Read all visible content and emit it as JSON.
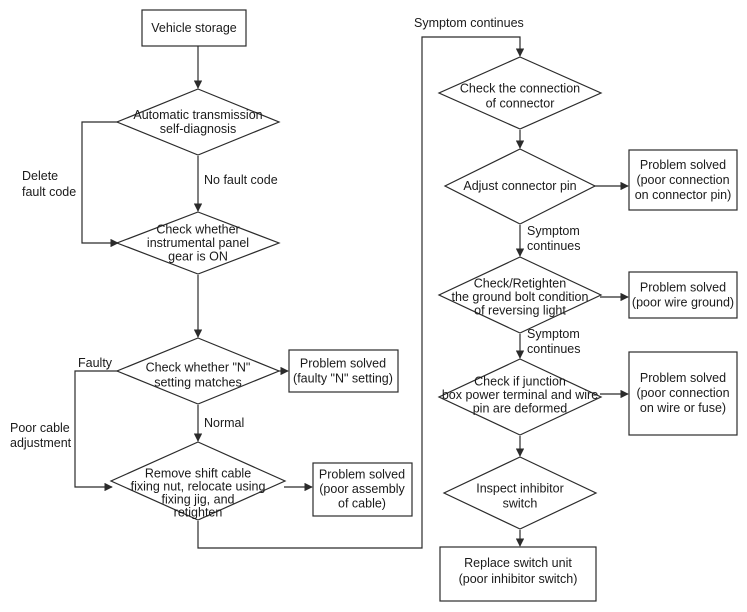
{
  "nodes": {
    "vehicle_storage": [
      "Vehicle storage"
    ],
    "at_self_diagnosis": [
      "Automatic transmission",
      "self-diagnosis"
    ],
    "check_gear_on": [
      "Check whether",
      "instrumental panel",
      "gear is ON"
    ],
    "check_n_setting": [
      "Check whether \"N\"",
      "setting matches"
    ],
    "solved_n_setting": [
      "Problem solved",
      "(faulty \"N\" setting)"
    ],
    "remove_shift_cable": [
      "Remove shift cable",
      "fixing nut, relocate using",
      "fixing jig, and",
      "retighten"
    ],
    "solved_cable": [
      "Problem solved",
      "(poor assembly",
      "of cable)"
    ],
    "check_connector": [
      "Check the connection",
      "of connector"
    ],
    "adjust_pin": [
      "Adjust connector pin"
    ],
    "solved_pin": [
      "Problem solved",
      "(poor connection",
      "on connector pin)"
    ],
    "check_ground_bolt": [
      "Check/Retighten",
      "the ground bolt condition",
      "of reversing light"
    ],
    "solved_ground": [
      "Problem solved",
      "(poor wire ground)"
    ],
    "check_junction": [
      "Check if junction",
      "box power terminal and wire",
      "pin are deformed"
    ],
    "solved_junction": [
      "Problem solved",
      "(poor connection",
      "on wire or fuse)"
    ],
    "inspect_inhibitor": [
      "Inspect inhibitor",
      "switch"
    ],
    "replace_switch": [
      "Replace switch unit",
      "(poor inhibitor switch)"
    ]
  },
  "edge_labels": {
    "delete_fault_code": [
      "Delete",
      "fault code"
    ],
    "no_fault_code": [
      "No fault code"
    ],
    "faulty": [
      "Faulty"
    ],
    "poor_cable_adjustment": [
      "Poor cable",
      "adjustment"
    ],
    "normal": [
      "Normal"
    ],
    "symptom_continues_top": [
      "Symptom continues"
    ],
    "symptom_continues_1": [
      "Symptom",
      "continues"
    ],
    "symptom_continues_2": [
      "Symptom",
      "continues"
    ]
  }
}
